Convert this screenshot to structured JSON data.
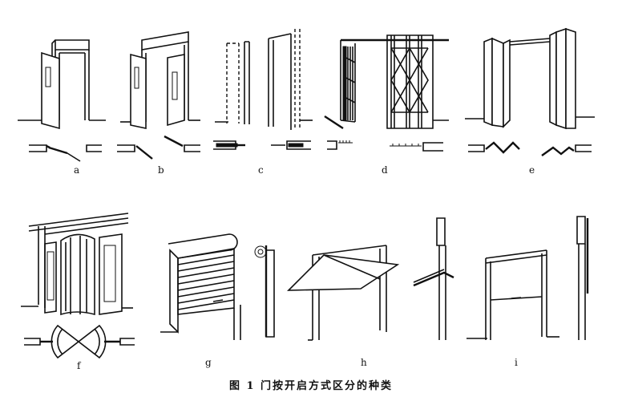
{
  "labels": {
    "a": "a",
    "b": "b",
    "c": "c",
    "d": "d",
    "e": "e",
    "f": "f",
    "g": "g",
    "h": "h",
    "i": "i"
  },
  "caption": "图 1   门按开启方式区分的种类"
}
